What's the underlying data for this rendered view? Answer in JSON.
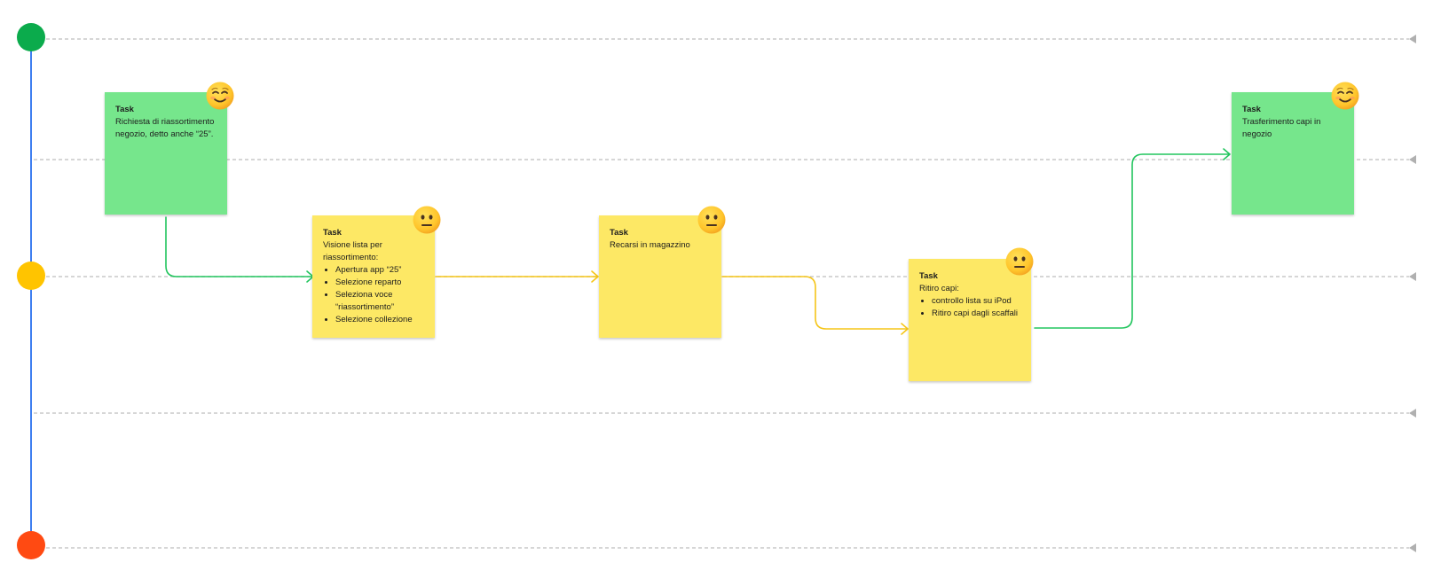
{
  "colors": {
    "positive_lane": "#0bab4c",
    "neutral_lane": "#ffc400",
    "negative_lane": "#ff4a12",
    "axis": "#3f7ff0",
    "sticky_green": "#76e68c",
    "sticky_yellow": "#fde865",
    "connector_green": "#22c55e",
    "connector_yellow": "#f5c518"
  },
  "lanes": [
    "positive",
    "neutral",
    "negative"
  ],
  "tasks": [
    {
      "title": "Task",
      "text": "Richiesta di riassortimento negozio, detto anche “25”.",
      "items": [],
      "color": "green",
      "mood_icon": "smiling-face-icon"
    },
    {
      "title": "Task",
      "text": "Visione lista per riassortimento:",
      "items": [
        "Apertura app “25”",
        "Selezione reparto",
        "Seleziona voce “riassortimento”",
        "Selezione collezione"
      ],
      "color": "yellow",
      "mood_icon": "neutral-face-icon"
    },
    {
      "title": "Task",
      "text": "Recarsi in magazzino",
      "items": [],
      "color": "yellow",
      "mood_icon": "neutral-face-icon"
    },
    {
      "title": "Task",
      "text": "Ritiro capi:",
      "items": [
        "controllo lista su iPod",
        "Ritiro capi dagli scaffali"
      ],
      "color": "yellow",
      "mood_icon": "neutral-face-icon"
    },
    {
      "title": "Task",
      "text": "Trasferimento capi in negozio",
      "items": [],
      "color": "green",
      "mood_icon": "smiling-face-icon"
    }
  ]
}
